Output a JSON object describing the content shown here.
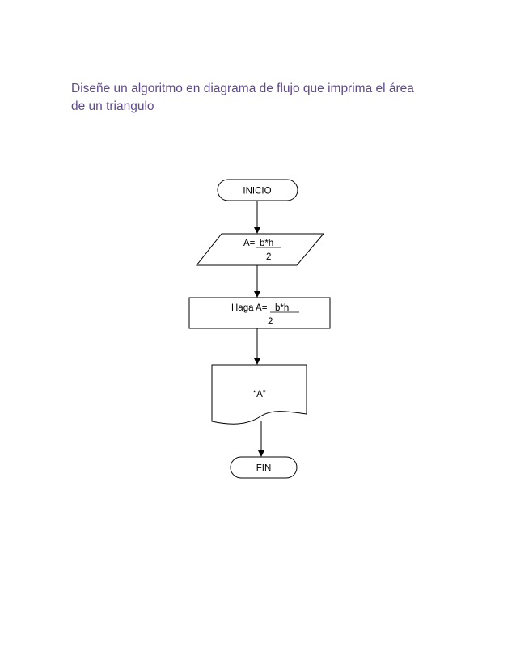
{
  "heading": {
    "line1": "Diseñe un algoritmo en diagrama de flujo que imprima el área",
    "line2": "de un triangulo"
  },
  "flowchart": {
    "start": "INICIO",
    "input": {
      "prefix": "A=",
      "numerator": "b*h",
      "denominator": "2"
    },
    "process": {
      "prefix": "Haga A=",
      "numerator": "b*h",
      "denominator": "2"
    },
    "output": "“A”",
    "end": "FIN"
  },
  "colors": {
    "heading": "#5f4a8b",
    "stroke": "#000000"
  }
}
